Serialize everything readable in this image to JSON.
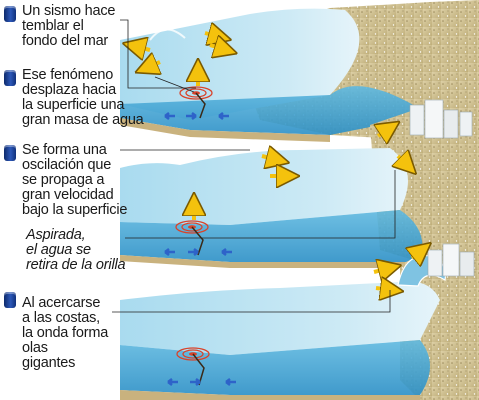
{
  "captions": {
    "step1": "Un sismo hace\ntemblar el\nfondo del mar",
    "step2": "Ese fenómeno\ndesplaza hacia\nla superficie una\ngran masa de agua",
    "step3": "Se forma una\noscilación que\nse propaga a\ngran velocidad\nbajo la superficie",
    "step3_note": "Aspirada,\nel agua se\nretira de la orilla",
    "step4": "Al acercarse\na las costas,\nla onda forma\nolas\ngigantes"
  },
  "colors": {
    "water_top": "#bfe4f3",
    "water_front": "#3aa6d6",
    "seabed": "#d8c79a",
    "land": "#c8b985",
    "arrow_yellow": "#f4c20d",
    "arrow_blue": "#2e63c9",
    "bullet": "#1c3f92",
    "rings": "#d9432a"
  }
}
